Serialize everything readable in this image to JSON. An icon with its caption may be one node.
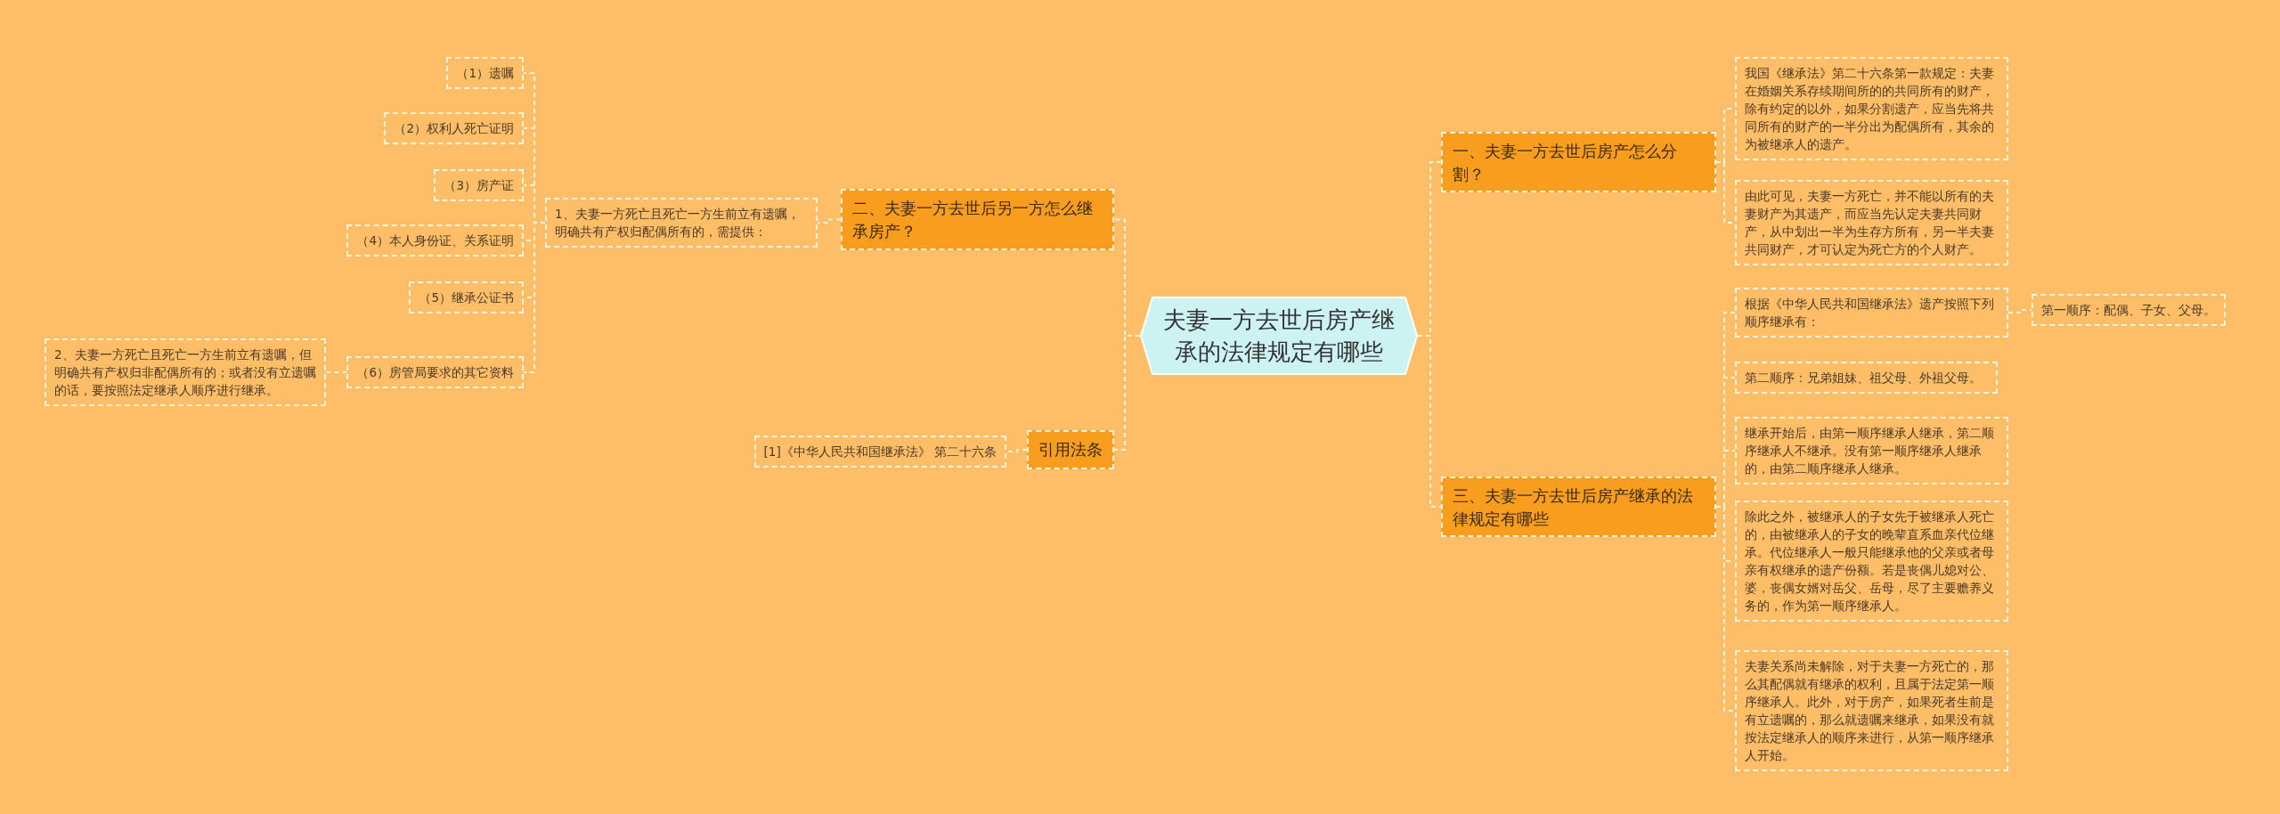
{
  "diagram": {
    "nodes": [
      {
        "text": [
          "夫妻一方去世后房产继承的法律规定有哪些"
        ]
      },
      {
        "text": [
          "二、夫妻一方去世后另一方怎么继承房产？"
        ]
      },
      {
        "text": [
          "1、夫妻一方死亡且死亡一方生前立有遗嘱，明确共有产权归配偶所有的，需提供："
        ]
      },
      {
        "text": [
          "（1）遗嘱"
        ]
      },
      {
        "text": [
          "（2）权利人死亡证明"
        ]
      },
      {
        "text": [
          "（3）房产证"
        ]
      },
      {
        "text": [
          "（4）本人身份证、关系证明"
        ]
      },
      {
        "text": [
          "（5）继承公证书"
        ]
      },
      {
        "text": [
          "（6）房管局要求的其它资料"
        ]
      },
      {
        "text": [
          "2、夫妻一方死亡且死亡一方生前立有遗嘱，但明确共有产权归非配偶所有的；或者没有立遗嘱的话，要按照法定继承人顺序进行继承。"
        ]
      },
      {
        "text": [
          "引用法条"
        ]
      },
      {
        "text": [
          "[1]《中华人民共和国继承法》 第二十六条"
        ]
      },
      {
        "text": [
          "一、夫妻一方去世后房产怎么分割？"
        ]
      },
      {
        "text": [
          "我国《继承法》第二十六条第一款规定：夫妻在婚姻关系存续期间所的的共同所有的财产，除有约定的以外，如果分割遗产，应当先将共同所有的财产的一半分出为配偶所有，其余的为被继承人的遗产。"
        ]
      },
      {
        "text": [
          "由此可见，夫妻一方死亡，并不能以所有的夫妻财产为其遗产，而应当先认定夫妻共同财产，从中划出一半为生存方所有，另一半夫妻共同财产，才可认定为死亡方的个人财产。"
        ]
      },
      {
        "text": [
          "三、夫妻一方去世后房产继承的法律规定有哪些"
        ]
      },
      {
        "text": [
          "根据《中华人民共和国继承法》遗产按照下列顺序继承有："
        ]
      },
      {
        "text": [
          "第一顺序：配偶、子女、父母。"
        ]
      },
      {
        "text": [
          "第二顺序：兄弟姐妹、祖父母、外祖父母。"
        ]
      },
      {
        "text": [
          "继承开始后，由第一顺序继承人继承，第二顺序继承人不继承。没有第一顺序继承人继承的，由第二顺序继承人继承。"
        ]
      },
      {
        "text": [
          "除此之外，被继承人的子女先于被继承人死亡的，由被继承人的子女的晚辈直系血亲代位继承。代位继承人一般只能继承他的父亲或者母亲有权继承的遗产份额。若是丧偶儿媳对公、婆，丧偶女婿对岳父、岳母，尽了主要赡养义务的，作为第一顺序继承人。"
        ]
      },
      {
        "text": [
          "夫妻关系尚未解除，对于夫妻一方死亡的，那么其配偶就有继承的权利，且属于法定第一顺序继承人。此外，对于房产，如果死者生前是有立遗嘱的，那么就遗嘱来继承，如果没有就按法定继承人的顺序来进行，从第一顺序继承人开始。"
        ]
      }
    ],
    "edges": [
      {
        "from": 0,
        "to": 1,
        "arrow": "none"
      },
      {
        "from": 0,
        "to": 10,
        "arrow": "none"
      },
      {
        "from": 0,
        "to": 12,
        "arrow": "none"
      },
      {
        "from": 0,
        "to": 15,
        "arrow": "none"
      },
      {
        "from": 1,
        "to": 2,
        "arrow": "none"
      },
      {
        "from": 2,
        "to": 3,
        "arrow": "none"
      },
      {
        "from": 2,
        "to": 4,
        "arrow": "none"
      },
      {
        "from": 2,
        "to": 5,
        "arrow": "none"
      },
      {
        "from": 2,
        "to": 6,
        "arrow": "none"
      },
      {
        "from": 2,
        "to": 7,
        "arrow": "none"
      },
      {
        "from": 2,
        "to": 8,
        "arrow": "none"
      },
      {
        "from": 8,
        "to": 9,
        "arrow": "none"
      },
      {
        "from": 10,
        "to": 11,
        "arrow": "none"
      },
      {
        "from": 12,
        "to": 13,
        "arrow": "none"
      },
      {
        "from": 12,
        "to": 14,
        "arrow": "none"
      },
      {
        "from": 15,
        "to": 16,
        "arrow": "none"
      },
      {
        "from": 16,
        "to": 17,
        "arrow": "none"
      },
      {
        "from": 15,
        "to": 18,
        "arrow": "none"
      },
      {
        "from": 15,
        "to": 19,
        "arrow": "none"
      },
      {
        "from": 15,
        "to": 20,
        "arrow": "none"
      },
      {
        "from": 15,
        "to": 21,
        "arrow": "none"
      }
    ]
  }
}
